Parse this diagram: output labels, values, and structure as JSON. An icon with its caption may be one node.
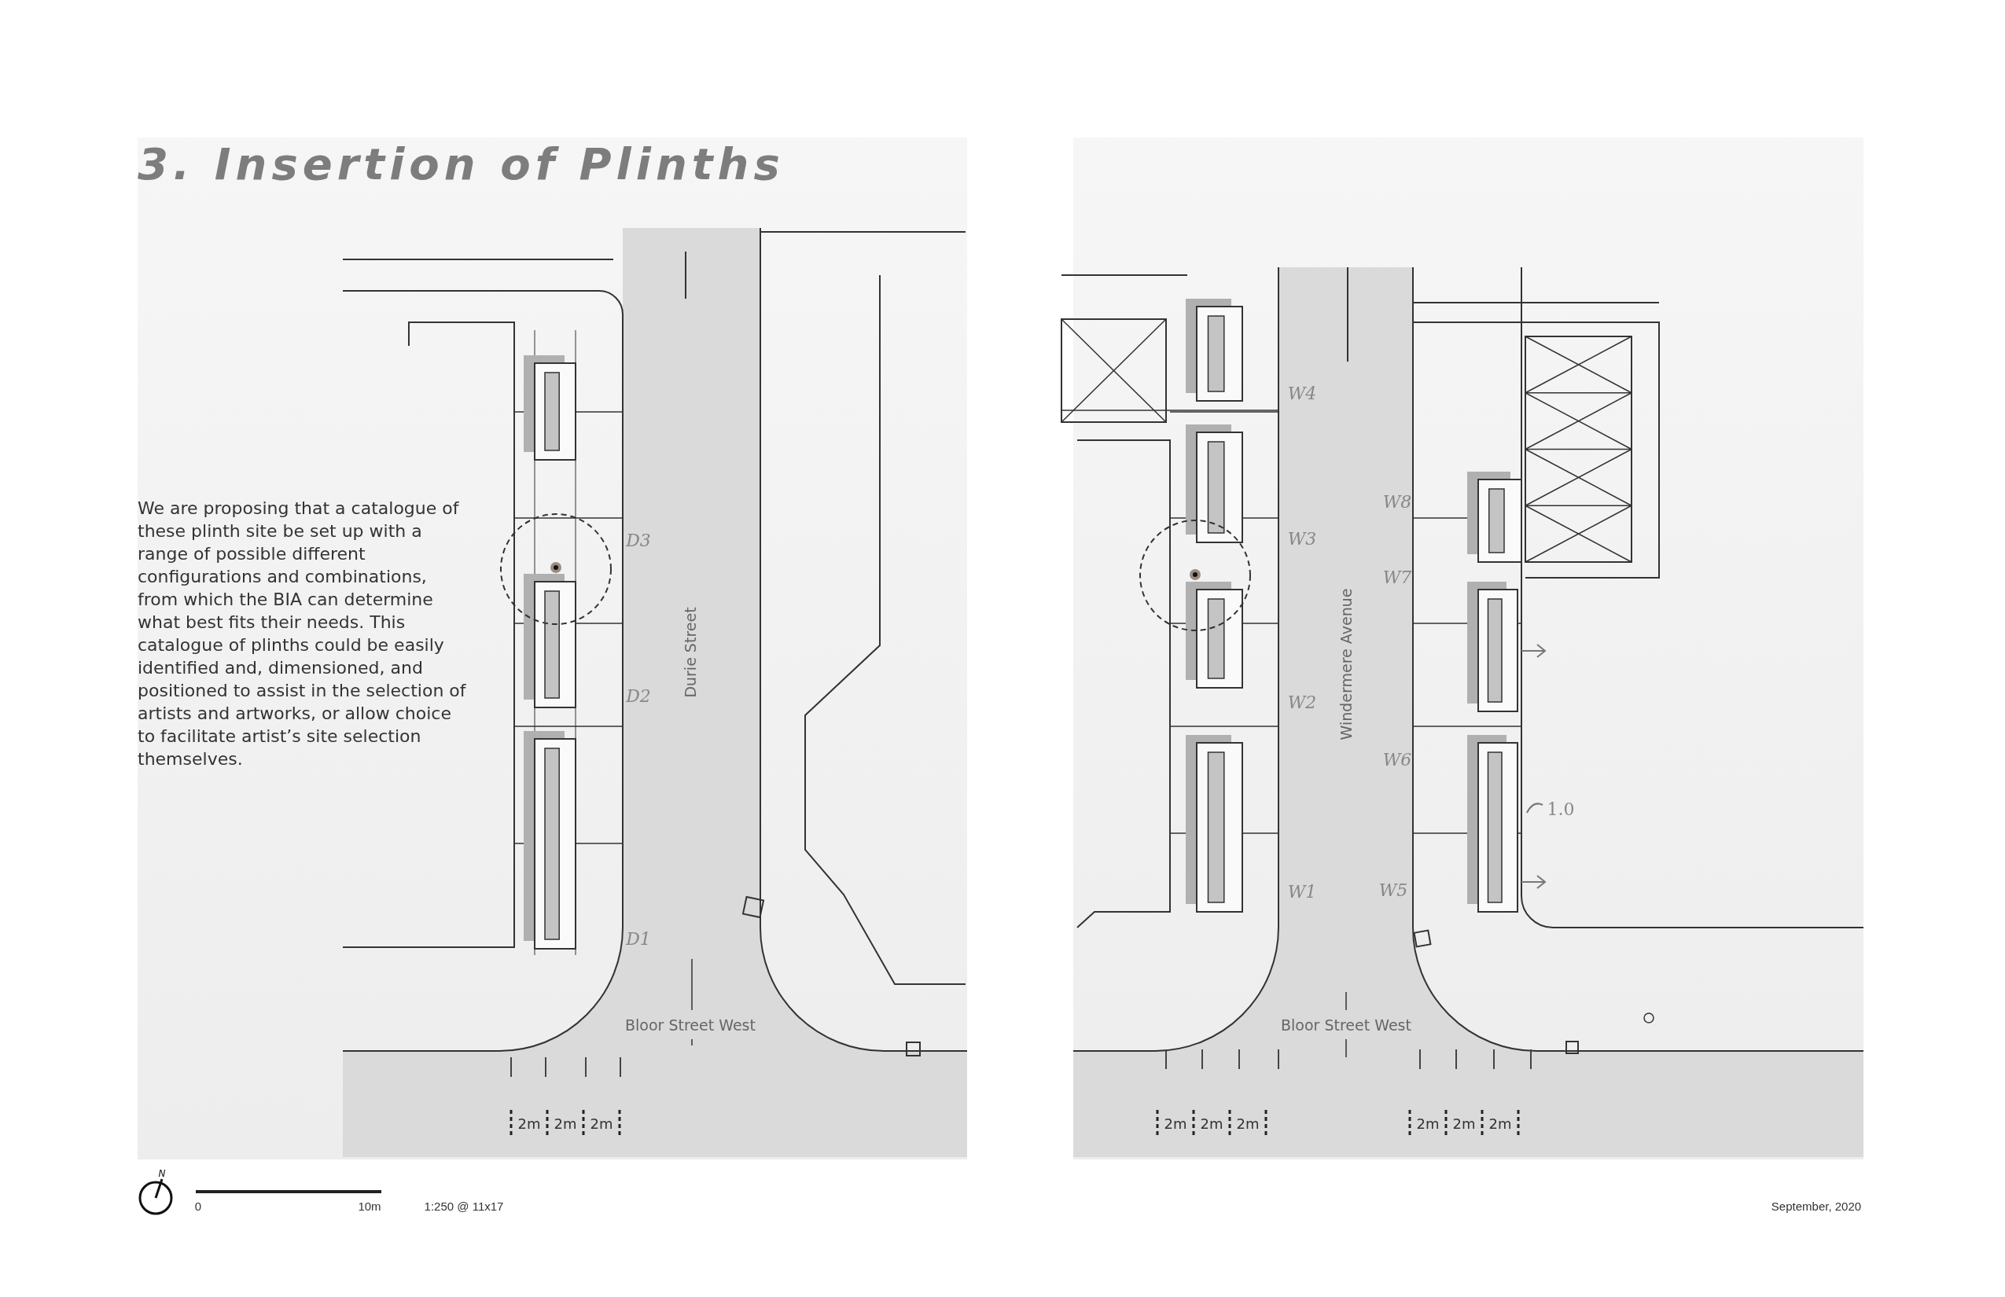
{
  "diagram": {
    "title": "3. Insertion of Plinths",
    "labels": [
      "We are proposing that a catalogue of these plinth site be set up with a range of possible different configurations and combinations, from which the BIA can determine what best fits their needs. This catalogue of plinths could be easily identified and, dimensioned, and positioned to assist in the selection of artists and artworks, or allow choice to facilitate artist’s site selection themselves.",
      "W4",
      "W8",
      "D3",
      "W3",
      "W7",
      "Durie Street",
      "Windermere Avenue",
      "D2",
      "W2",
      "W6",
      "1.0",
      "W1",
      "W5",
      "D1",
      "Bloor Street West",
      "Bloor Street West",
      "2m",
      "2m",
      "2m",
      "2m",
      "2m",
      "2m",
      "2m",
      "2m",
      "2m",
      "N",
      "0",
      "10m",
      "1:250 @ 11x17",
      "September, 2020"
    ]
  }
}
